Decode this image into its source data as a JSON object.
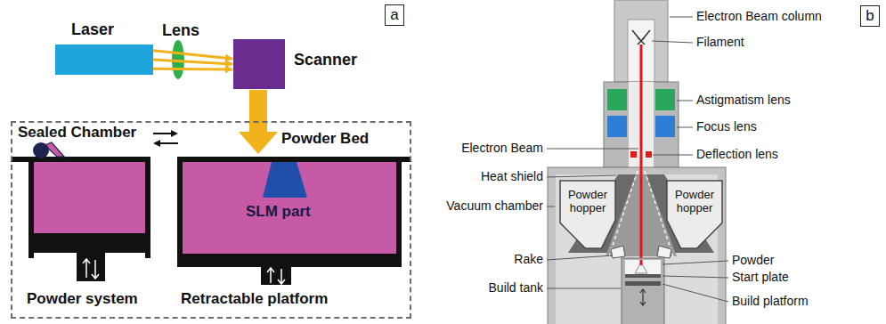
{
  "diagram": {
    "nodes": [
      {
        "text": [
          "Laser"
        ]
      },
      {
        "text": [
          "Scanner"
        ]
      },
      {
        "text": [
          "a"
        ]
      },
      {
        "text": [
          "Sealed Chamber"
        ]
      },
      {
        "text": [
          "Powder hopper"
        ]
      },
      {
        "text": [
          "Powder hopper"
        ]
      },
      {
        "text": [
          "b"
        ]
      }
    ],
    "edges": [
      {
        "from": 0,
        "to": 1,
        "arrow": "to"
      }
    ],
    "labels": [
      "Lens",
      "Powder Bed",
      "SLM part",
      "Powder system",
      "Retractable platform",
      "Electron Beam column",
      "Filament",
      "Astigmatism lens",
      "Focus lens",
      "Electron Beam",
      "Deflection lens",
      "Heat shield",
      "Vacuum chamber",
      "Rake",
      "Powder",
      "Start plate",
      "Build tank",
      "Build platform"
    ]
  }
}
